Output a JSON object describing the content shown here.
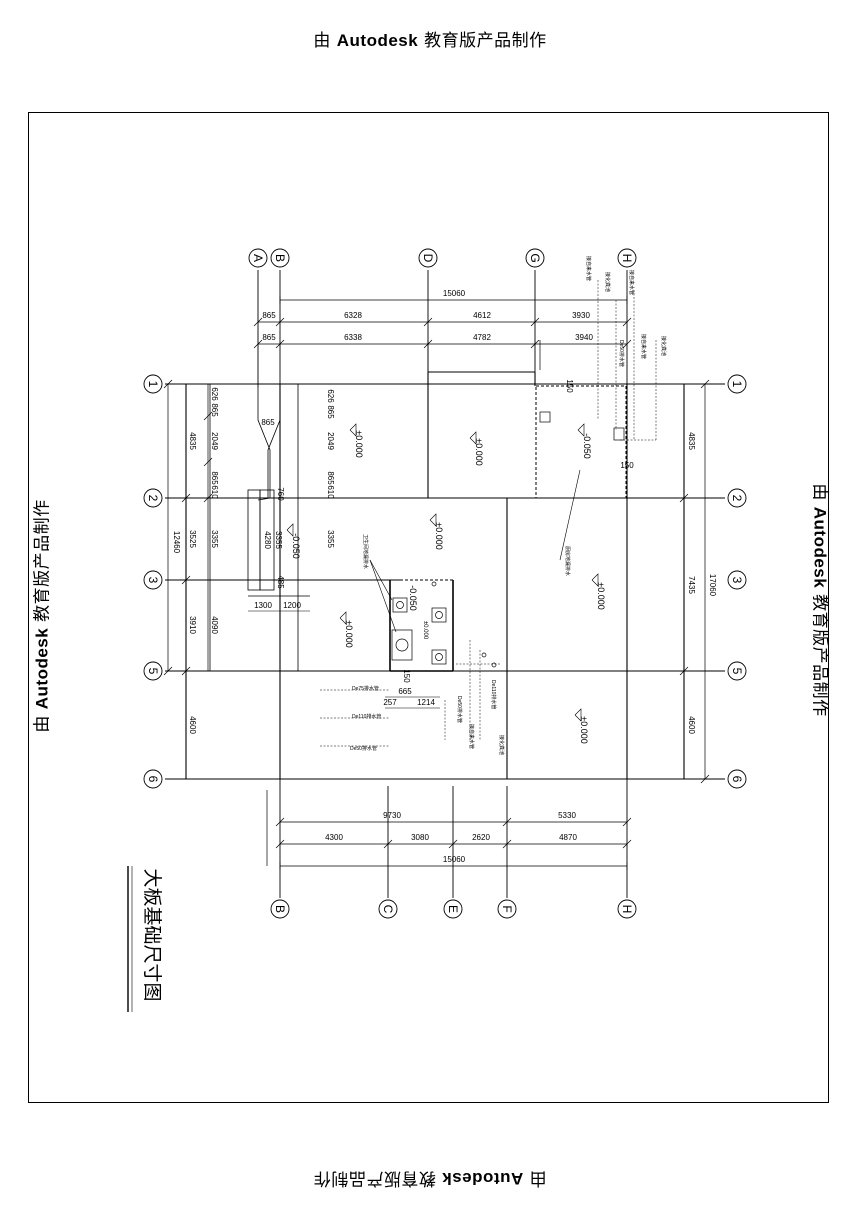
{
  "watermark": {
    "prefix": "由",
    "brand": "Autodesk",
    "suffix": "教育版产品制作"
  },
  "title": "大板基础尺寸图",
  "grid_labels": {
    "top": [
      "A",
      "B",
      "D",
      "G",
      "H"
    ],
    "bottom": [
      "B",
      "C",
      "E",
      "F",
      "H"
    ],
    "left": [
      "1",
      "2",
      "3",
      "5",
      "6"
    ],
    "right": [
      "1",
      "2",
      "3",
      "5",
      "6"
    ]
  },
  "top_dims": {
    "total": "15060",
    "row1": [
      "865",
      "6328",
      "4612",
      "3930"
    ],
    "row2": [
      "865",
      "6338",
      "4782",
      "3940"
    ]
  },
  "bottom_dims": {
    "row1": [
      "9730",
      "5330"
    ],
    "row2": [
      "4300",
      "3080",
      "2620",
      "4870"
    ],
    "total": "15060"
  },
  "left_dims": {
    "outer_total": "12460",
    "outer": [
      "4835",
      "3525",
      "3910",
      "4600"
    ],
    "inner": [
      "2049",
      "3355",
      "4090"
    ],
    "top_small": [
      "626",
      "865"
    ],
    "mid_small": [
      "865",
      "610"
    ]
  },
  "right_dims": {
    "total": "17060",
    "segments": [
      "4835",
      "7435",
      "4600"
    ]
  },
  "interior_dims": {
    "d626": "626",
    "d865a": "865",
    "d2049": "2049",
    "d865b": "865",
    "d610": "610",
    "d3355": "3355",
    "d4280": "4280",
    "d3355b": "3355",
    "d760": "760",
    "d485": "485",
    "d1300": "1300",
    "d1200": "1200",
    "d150a": "150",
    "d150b": "150",
    "d865c": "865",
    "d665": "665",
    "d257": "257",
    "d1214": "1214",
    "d150c": "150"
  },
  "levels": {
    "l1": "±0.000",
    "l2": "±0.000",
    "l3": "-0.050",
    "l4": "-0.050",
    "l5": "±0.000",
    "l6": "±0.000",
    "l7": "±0.000",
    "l8": "-0.050",
    "l9": "±0.000",
    "l10": "±0.000"
  },
  "notes": {
    "n1": "接自来水管",
    "n2": "接化粪池",
    "n3": "接自来水管",
    "n4": "De50排水管",
    "n5": "接自来水管",
    "n6": "接化粪池",
    "n7": "厨房地漏排水",
    "n8": "卫生间地漏排水",
    "n9": "De75排水管",
    "n10": "De110排水管",
    "n11": "De50排水管",
    "n12": "De110排水管",
    "n13": "接化粪池",
    "n14": "接自来水管",
    "n15": "De50排水管"
  }
}
